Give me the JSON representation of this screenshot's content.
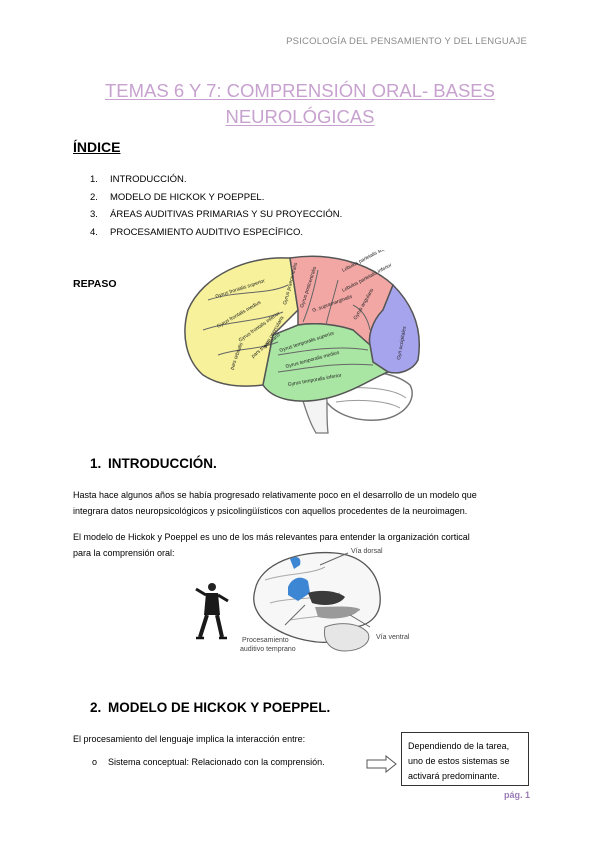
{
  "header": {
    "running_title": "PSICOLOGÍA DEL PENSAMIENTO Y DEL LENGUAJE"
  },
  "title": {
    "line1": "TEMAS 6 Y 7: COMPRENSIÓN ORAL- BASES",
    "line2": "NEUROLÓGICAS"
  },
  "indice": {
    "heading": "ÍNDICE",
    "items": [
      {
        "num": "1.",
        "text": "INTRODUCCIÓN."
      },
      {
        "num": "2.",
        "text": "MODELO DE HICKOK Y POEPPEL."
      },
      {
        "num": "3.",
        "text": "ÁREAS AUDITIVAS PRIMARIAS Y SU PROYECCIÓN."
      },
      {
        "num": "4.",
        "text": "PROCESAMIENTO AUDITIVO ESPECÍFICO."
      }
    ]
  },
  "repaso": {
    "label": "REPASO"
  },
  "brain_labels": {
    "gfs": "Gyrus frontalis superior",
    "gfm": "Gyrus frontalis medius",
    "gfi": "Gyrus frontalis inferior",
    "gprec": "Gyrus praecentralis",
    "gpost": "Gyrus postcentralis",
    "lps": "Lobulus parietalis superior",
    "lpi": "Lobulus parietalis inferior",
    "gsm": "G. supramarginalis",
    "gang": "Gyrus angularis",
    "pars_orb": "pars orbitalis",
    "pars_tri": "pars triangularis",
    "pars_op": "pars opercularis",
    "gts": "Gyrus temporalis superior",
    "gtm": "Gyrus temporalis medius",
    "gti": "Gyrus temporalis inferior",
    "go": "Gyri occipitales"
  },
  "sections": {
    "s1": {
      "num": "1.",
      "title": "INTRODUCCIÓN.",
      "p1_line1": "Hasta hace algunos años se había progresado relativamente poco en el desarrollo de un modelo que",
      "p1_line2": "integrara datos neuropsicológicos y psicolingüísticos con aquellos procedentes de la neuroimagen.",
      "p2_line1": "El modelo de Hickok y Poeppel es uno de los más relevantes para entender la organización cortical",
      "p2_line2": "para la comprensión oral:",
      "figure_labels": {
        "dorsal": "Vía dorsal",
        "ventral": "Vía ventral",
        "early_1": "Procesamiento",
        "early_2": "auditivo temprano"
      }
    },
    "s2": {
      "num": "2.",
      "title": "MODELO DE HICKOK Y POEPPEL.",
      "intro": "El procesamiento del lenguaje implica la interacción entre:",
      "bullet_mark": "o",
      "bullet_text": "Sistema conceptual: Relacionado con la comprensión.",
      "callout_line1": "Dependiendo de la tarea,",
      "callout_line2": "uno de estos sistemas se",
      "callout_line3": "activará predominante."
    }
  },
  "footer": {
    "page_label": "pág. 1"
  },
  "colors": {
    "title": "#c7a2cf",
    "frontal": "#f6f19a",
    "parietal": "#f2a7a4",
    "temporal": "#a9e6a3",
    "occipital": "#a7a4ee",
    "dorsal": "#3d86d4"
  }
}
